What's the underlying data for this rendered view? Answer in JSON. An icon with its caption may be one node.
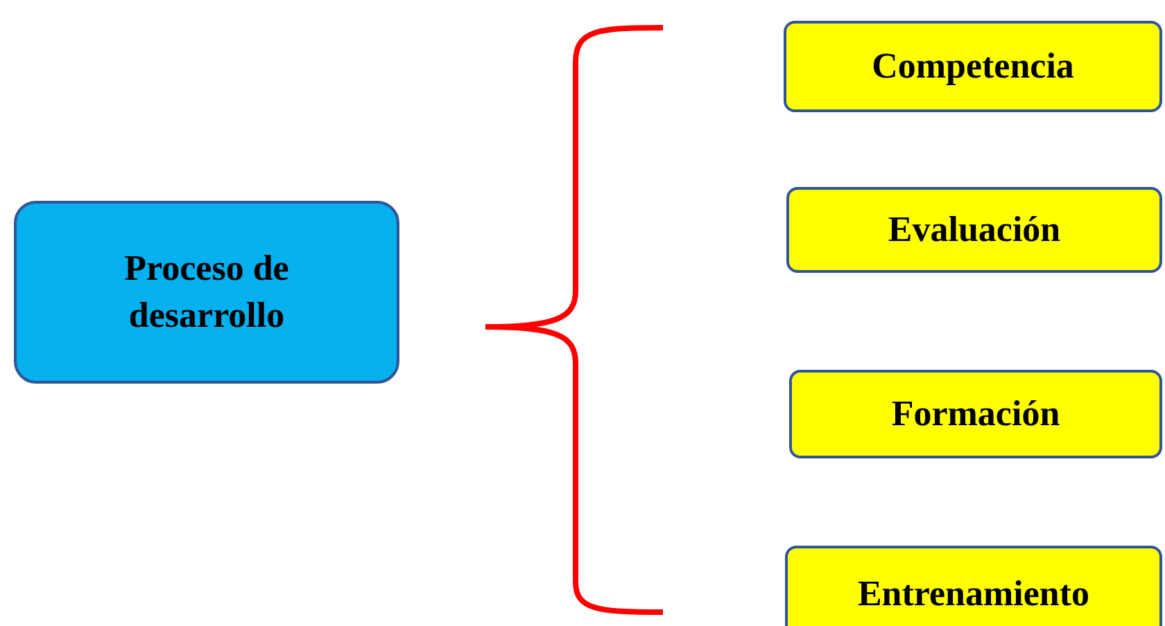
{
  "diagram": {
    "nodes": [
      {
        "text": [
          "Proceso de desarrollo"
        ]
      },
      {
        "text": [
          "Competencia"
        ]
      },
      {
        "text": [
          "Evaluación"
        ]
      },
      {
        "text": [
          "Formación"
        ]
      },
      {
        "text": [
          "Entrenamiento"
        ]
      }
    ]
  }
}
